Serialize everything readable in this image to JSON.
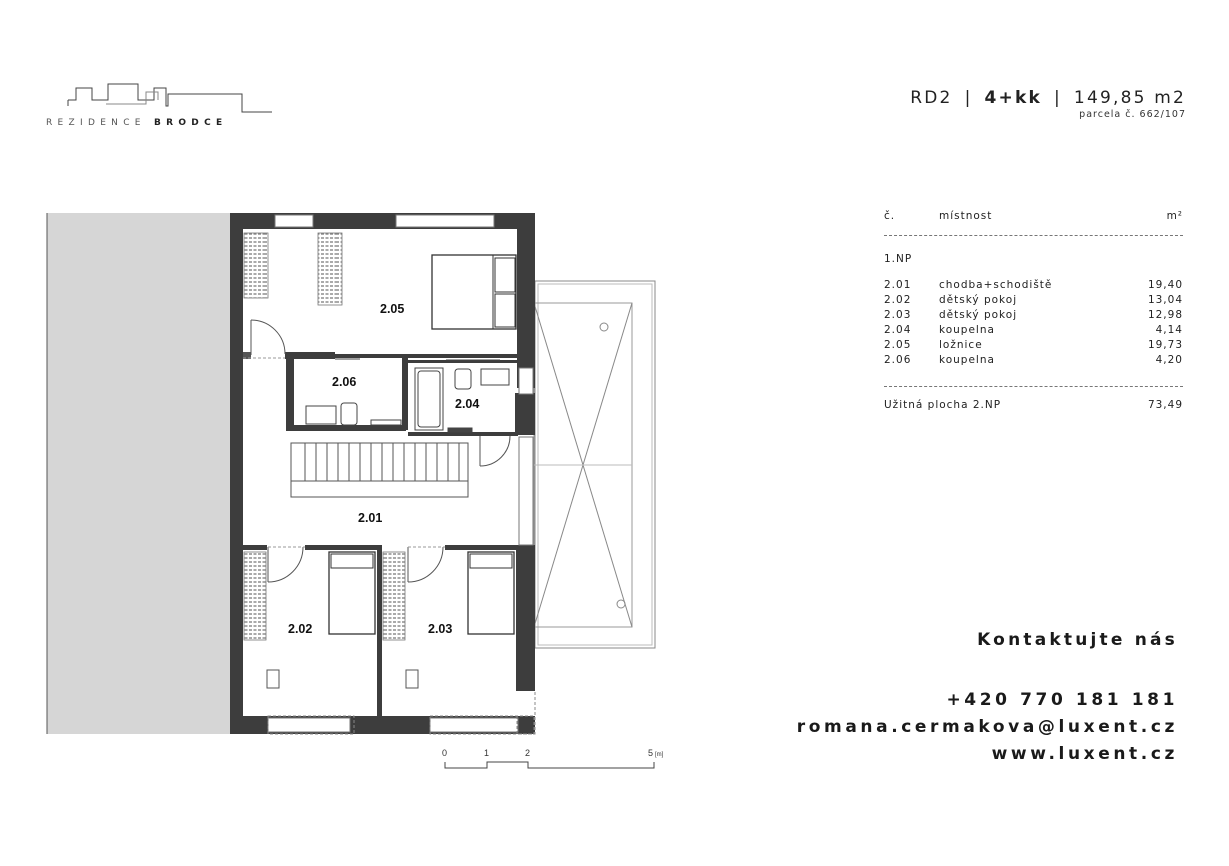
{
  "logo": {
    "text_light": "REZIDENCE ",
    "text_bold": "BRODCE"
  },
  "header": {
    "unit": "RD2",
    "layout": "4+kk",
    "area": "149,85 m2",
    "separator": "|",
    "parcel": "parcela č. 662/107"
  },
  "table": {
    "col_no": "č.",
    "col_room": "místnost",
    "col_area": "m²",
    "floor": "1.NP",
    "rows": [
      {
        "no": "2.01",
        "name": "chodba+schodiště",
        "area": "19,40"
      },
      {
        "no": "2.02",
        "name": "dětský pokoj",
        "area": "13,04"
      },
      {
        "no": "2.03",
        "name": "dětský pokoj",
        "area": "12,98"
      },
      {
        "no": "2.04",
        "name": "koupelna",
        "area": "4,14"
      },
      {
        "no": "2.05",
        "name": "ložnice",
        "area": "19,73"
      },
      {
        "no": "2.06",
        "name": "koupelna",
        "area": "4,20"
      }
    ],
    "total_label": "Užitná plocha 2.NP",
    "total_value": "73,49"
  },
  "plan": {
    "rooms": {
      "r201": "2.01",
      "r202": "2.02",
      "r203": "2.03",
      "r204": "2.04",
      "r205": "2.05",
      "r206": "2.06"
    },
    "scale": {
      "t0": "0",
      "t1": "1",
      "t2": "2",
      "t5": "5",
      "unit": "[m]"
    }
  },
  "contact": {
    "title": "Kontaktujte nás",
    "phone": "+420 770 181 181",
    "email": "romana.cermakova@luxent.cz",
    "web": "www.luxent.cz"
  }
}
